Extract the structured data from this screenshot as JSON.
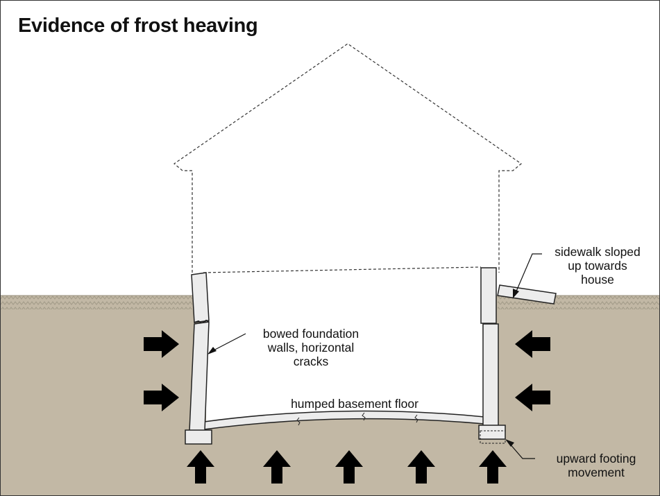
{
  "title": "Evidence of frost heaving",
  "colors": {
    "soil": "#c2b8a5",
    "surface_texture": "#a59d8b",
    "wall_fill": "#ececec",
    "outline": "#222222",
    "arrow": "#000000",
    "background": "#ffffff"
  },
  "labels": {
    "bowed_walls": [
      "bowed foundation",
      "walls, horizontal",
      "cracks"
    ],
    "sidewalk": [
      "sidewalk sloped",
      "up towards",
      "house"
    ],
    "floor": [
      "humped basement floor"
    ],
    "footing": [
      "upward footing",
      "movement"
    ]
  },
  "icons": {
    "side_pressure": "arrow-right-icon / arrow-left-icon",
    "upward_pressure": "arrow-up-icon"
  }
}
